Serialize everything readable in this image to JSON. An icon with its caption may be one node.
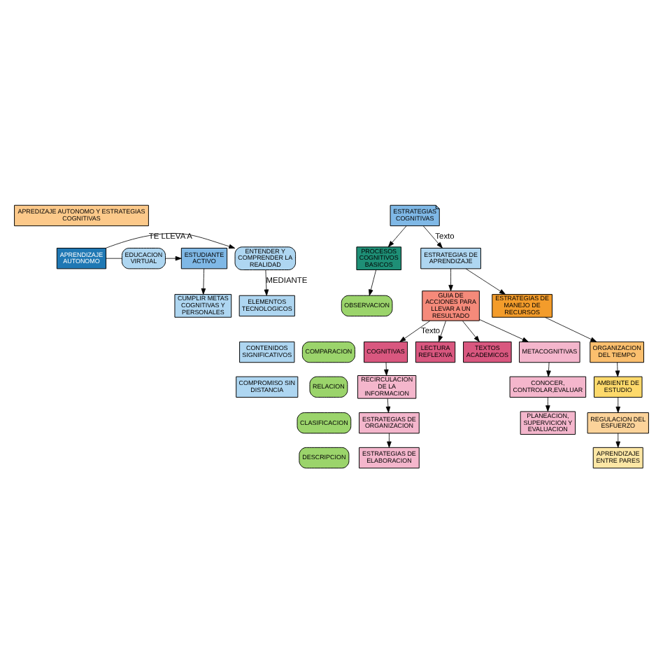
{
  "diagram": {
    "nodes": [
      {
        "text": [
          "APREDIZAJE AUTONOMO Y ESTRATEGIAS COGNITIVAS"
        ]
      },
      {
        "text": [
          "ENTENDER Y COMPRENDER LA REALIDAD"
        ]
      },
      {
        "text": [
          "APRENDIZAJE AUTONOMO"
        ]
      },
      {
        "text": [
          "EDUCACION VIRTUAL"
        ]
      },
      {
        "text": [
          "ESTUDIANTE ACTIVO"
        ]
      },
      {
        "text": [
          "CUMPLIR METAS COGNITIVAS Y PERSONALES"
        ]
      },
      {
        "text": [
          "ESTRATEGIAS COGNITIVAS"
        ]
      },
      {
        "text": [
          "ELEMENTOS TECNOLOGICOS"
        ]
      },
      {
        "text": [
          "CONTENIDOS SIGNIFICATIVOS"
        ]
      },
      {
        "text": [
          "COMPROMISO SIN DISTANCIA"
        ]
      },
      {
        "text": [
          "PROCESOS COGNITIVOS BASICOS"
        ]
      },
      {
        "text": [
          "OBSERVACION"
        ]
      },
      {
        "text": [
          "COMPARACION"
        ]
      },
      {
        "text": [
          "RELACION"
        ]
      },
      {
        "text": [
          "CLASIFICACION"
        ]
      },
      {
        "text": [
          "DESCRIPCION"
        ]
      },
      {
        "text": [
          "ESTRATEGIAS DE APRENDIZAJE"
        ]
      },
      {
        "text": [
          "GUIA DE ACCIONES PARA LLEVAR A UN RESULTADO"
        ]
      },
      {
        "text": [
          "ESTRATEGIAS DE MANEJO DE RECURSOS"
        ]
      },
      {
        "text": [
          "ORGANIZACION DEL TIEMPO"
        ]
      },
      {
        "text": [
          "AMBIENTE DE ESTUDIO"
        ]
      },
      {
        "text": [
          "REGULACION DEL ESFUERZO"
        ]
      },
      {
        "text": [
          "APRENDIZAJE ENTRE PARES"
        ]
      },
      {
        "text": [
          "COGNITIVAS"
        ]
      },
      {
        "text": [
          "RECIRCULACION DE LA INFORMACION"
        ]
      },
      {
        "text": [
          "ESTRATEGIAS DE ORGANIZACION"
        ]
      },
      {
        "text": [
          "ESTRATEGIAS DE ELABORACION"
        ]
      },
      {
        "text": [
          "LECTURA REFLEXIVA"
        ]
      },
      {
        "text": [
          "TEXTOS ACADEMICOS"
        ]
      },
      {
        "text": [
          "METACOGNITIVAS"
        ]
      },
      {
        "text": [
          "CONOCER, CONTROLAR,EVALUAR"
        ]
      },
      {
        "text": [
          "PLANEACION, SUPERVICION Y EVALUACION"
        ]
      }
    ],
    "edges": [
      {
        "from": 2,
        "to": 1,
        "arrow": "to",
        "label": "TE LLEVA A"
      },
      {
        "from": 2,
        "to": 3,
        "arrow": "none"
      },
      {
        "from": 3,
        "to": 4,
        "arrow": "to"
      },
      {
        "from": 4,
        "to": 5,
        "arrow": "to"
      },
      {
        "from": 1,
        "to": 7,
        "arrow": "to",
        "label": "MEDIANTE"
      },
      {
        "from": 6,
        "to": 10,
        "arrow": "to"
      },
      {
        "from": 10,
        "to": 11,
        "arrow": "to"
      },
      {
        "from": 6,
        "to": 16,
        "arrow": "to",
        "label": "Texto"
      },
      {
        "from": 16,
        "to": 17,
        "arrow": "to"
      },
      {
        "from": 16,
        "to": 18,
        "arrow": "to"
      },
      {
        "from": 18,
        "to": 19,
        "arrow": "to"
      },
      {
        "from": 19,
        "to": 20,
        "arrow": "to"
      },
      {
        "from": 20,
        "to": 21,
        "arrow": "to"
      },
      {
        "from": 21,
        "to": 22,
        "arrow": "to"
      },
      {
        "from": 17,
        "to": 23,
        "arrow": "to",
        "label": "Texto"
      },
      {
        "from": 23,
        "to": 24,
        "arrow": "to"
      },
      {
        "from": 24,
        "to": 25,
        "arrow": "to"
      },
      {
        "from": 25,
        "to": 26,
        "arrow": "to"
      },
      {
        "from": 17,
        "to": 27,
        "arrow": "to"
      },
      {
        "from": 17,
        "to": 28,
        "arrow": "to"
      },
      {
        "from": 17,
        "to": 29,
        "arrow": "to"
      },
      {
        "from": 29,
        "to": 30,
        "arrow": "to"
      },
      {
        "from": 30,
        "to": 31,
        "arrow": "to"
      }
    ]
  }
}
